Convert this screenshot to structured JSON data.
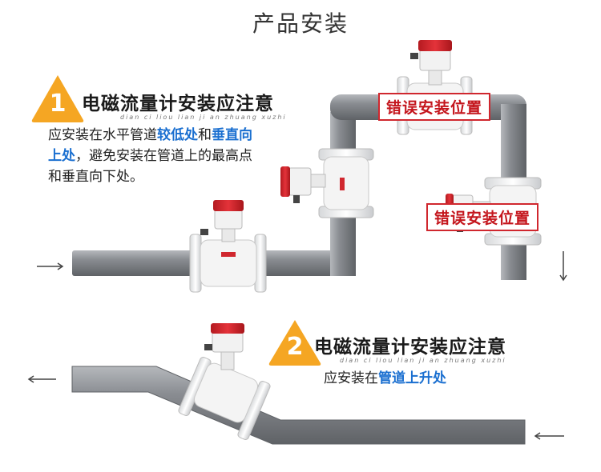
{
  "title": "产品安装",
  "section1": {
    "number": "1",
    "heading": "电磁流量计安装应注意",
    "pinyin": "dian ci liou lian ji an zhuang xuzhi",
    "line1_pre": "应安装在水平管道",
    "line1_b1": "较低处",
    "line1_mid": "和",
    "line1_b2": "垂直向",
    "line2_b": "上处",
    "line2_rest": "，避免安装在管道上的最高点",
    "line3": "和垂直向下处。"
  },
  "wrong_label_top": "错误安装位置",
  "wrong_label_mid": "错误安装位置",
  "section2": {
    "number": "2",
    "heading": "电磁流量计安装应注意",
    "pinyin": "dian ci liou lian ji an zhuang xuzhi",
    "text_pre": "应安装在",
    "text_b": "管道上升处"
  },
  "colors": {
    "pipe": "#8a8d92",
    "accent_orange": "#f5a623",
    "error_red": "#d0272e",
    "highlight_blue": "#1a6fd0"
  }
}
